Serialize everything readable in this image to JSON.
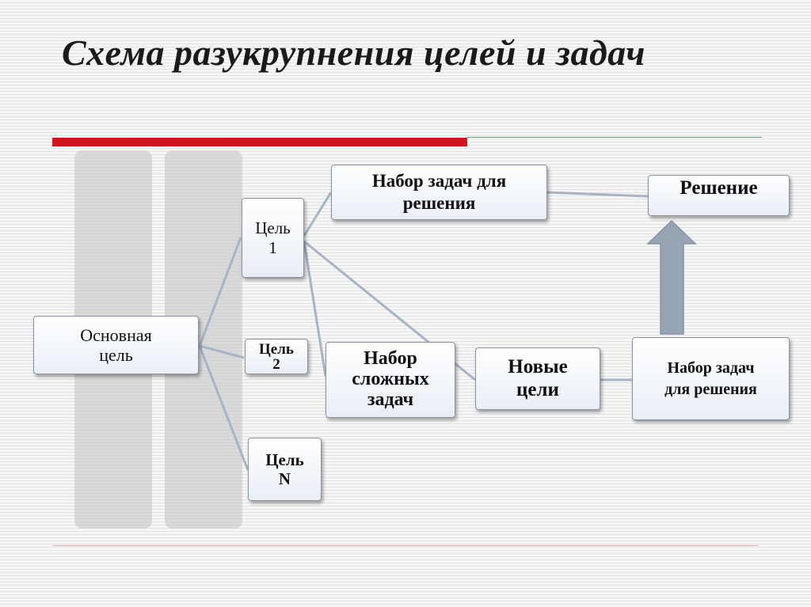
{
  "title": "Схема разукрупнения целей и задач",
  "nodes": {
    "main_goal": "Основная\nцель",
    "goal_1": "Цель\n1",
    "goal_2": "Цель\n2",
    "goal_n": "Цель\nN",
    "task_set_top": "Набор задач для\nрешения",
    "solution": "Решение",
    "complex_tasks": "Набор\nсложных\nзадач",
    "new_goals": "Новые\nцели",
    "task_set_right": "Набор задач\nдля решения"
  },
  "colors": {
    "accent_red": "#d0161c",
    "arrow_fill": "#97a4b4",
    "connector": "#a7b4c6"
  }
}
